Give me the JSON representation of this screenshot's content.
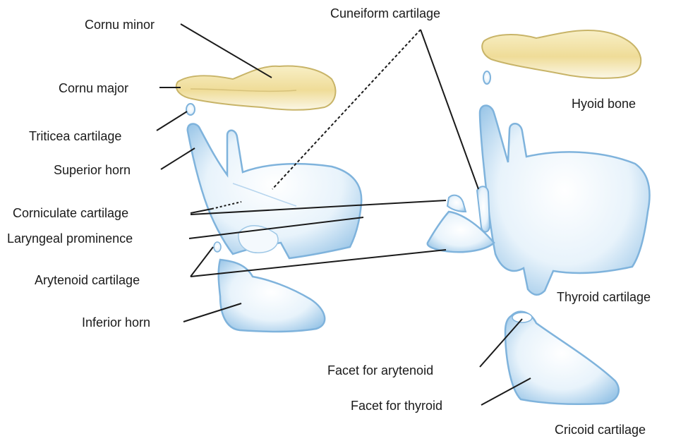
{
  "labels": {
    "cornu_minor": "Cornu minor",
    "cornu_major": "Cornu major",
    "triticea": "Triticea cartilage",
    "superior_horn": "Superior horn",
    "corniculate": "Corniculate cartilage",
    "laryngeal_prominence": "Laryngeal prominence",
    "arytenoid": "Arytenoid cartilage",
    "inferior_horn": "Inferior horn",
    "cuneiform": "Cuneiform cartilage",
    "hyoid_bone": "Hyoid bone",
    "thyroid_cartilage": "Thyroid cartilage",
    "facet_arytenoid": "Facet for arytenoid",
    "facet_thyroid": "Facet for thyroid",
    "cricoid_cartilage": "Cricoid cartilage"
  },
  "colors": {
    "bone_fill": "#f1e3a6",
    "bone_edge": "#c8b468",
    "cartilage_fill": "#eaf4fb",
    "cartilage_edge": "#7fb3dc",
    "cartilage_shade": "#5d9fd3",
    "leader_line": "#1a1a1a"
  }
}
